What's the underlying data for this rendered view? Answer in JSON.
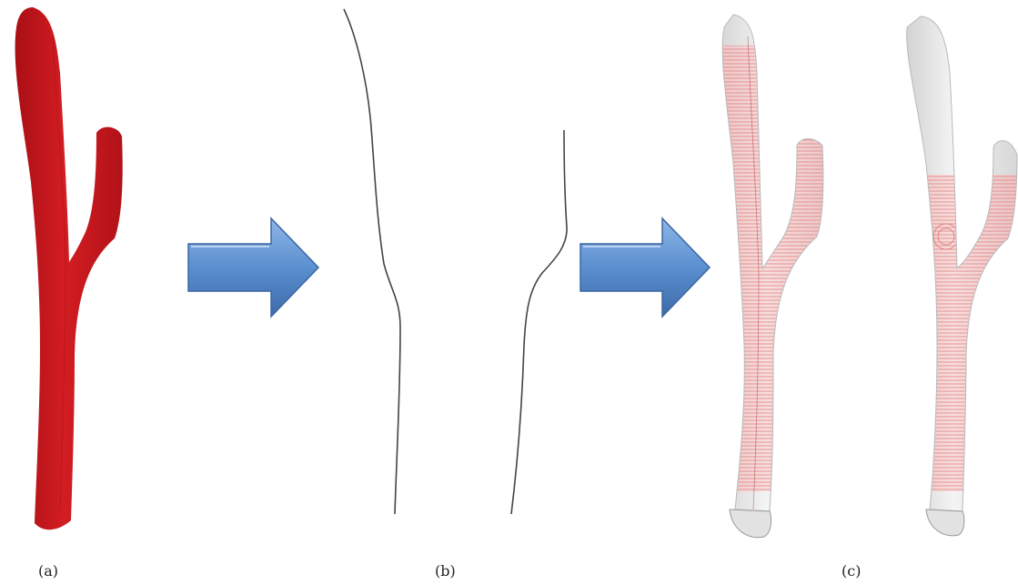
{
  "panels": {
    "a": {
      "label": "(a)"
    },
    "b": {
      "label": "(b)"
    },
    "c": {
      "label": "(c)"
    }
  },
  "colors": {
    "vessel_red": "#c8161d",
    "arrow_blue": "#5b8fd0",
    "centerline": "#333333",
    "mesh_fill": "#f3d6d6",
    "mesh_lines": "#e07070",
    "cap_gray": "#e6e6e6"
  }
}
